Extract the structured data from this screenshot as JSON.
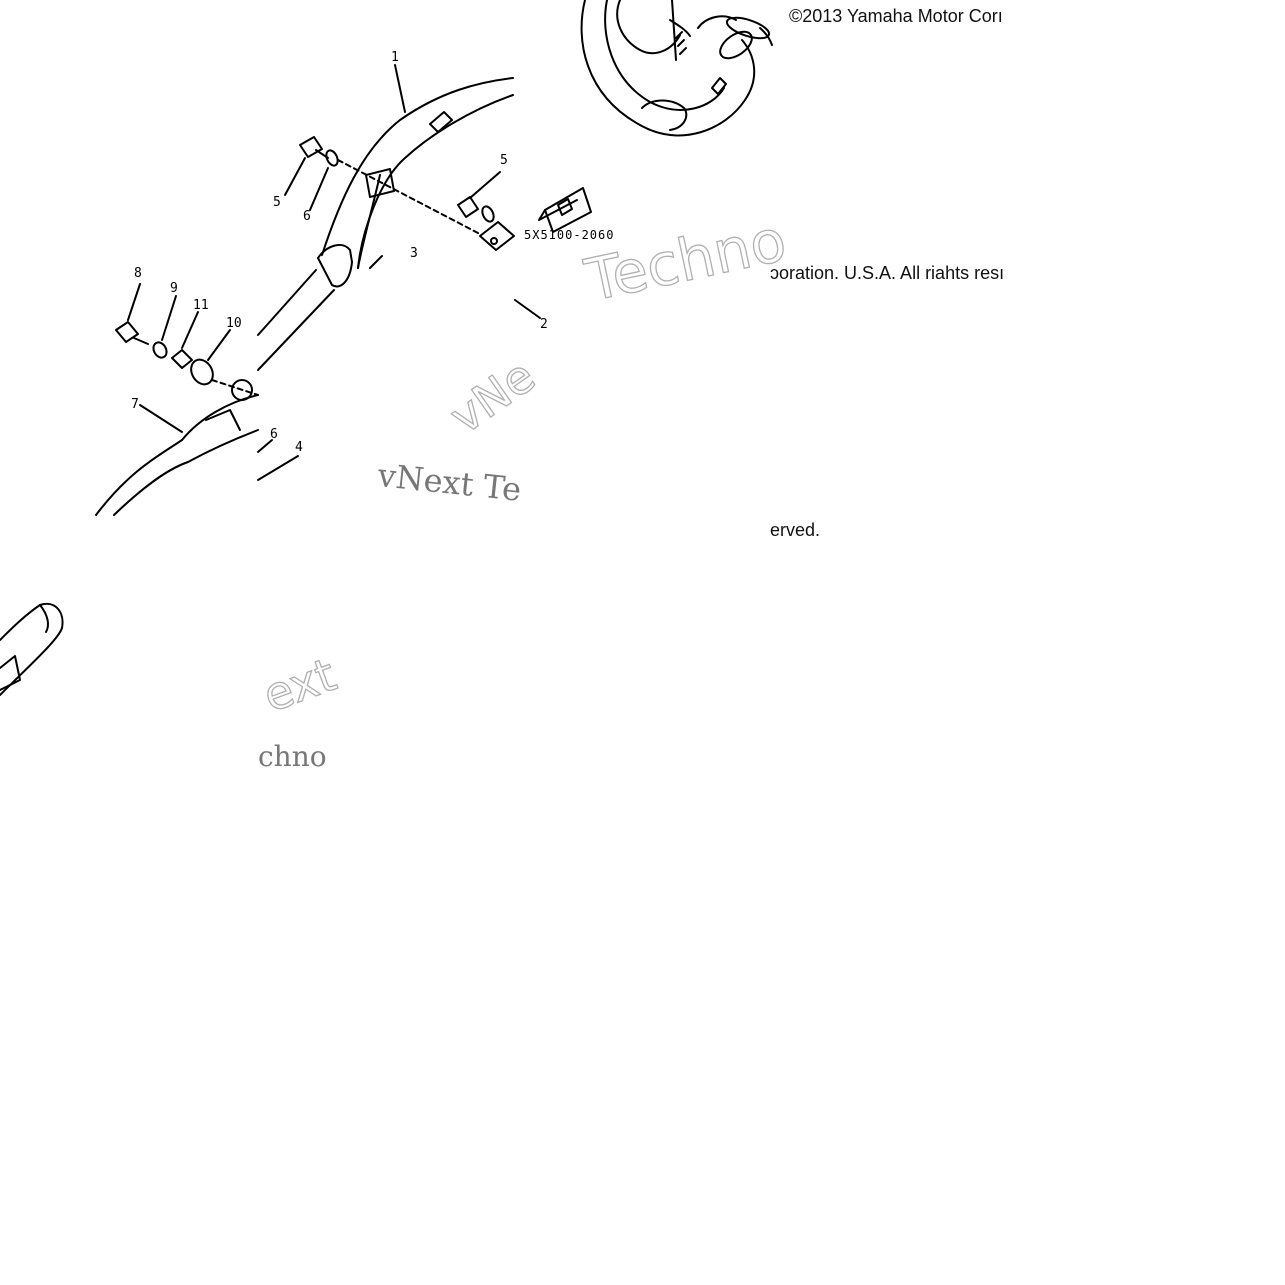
{
  "copyright": {
    "line_top": "©2013 Yamaha Motor Corı",
    "line_mid": "ɔoration. U.S.A. All riahts resı",
    "line_end": "erved."
  },
  "part_code": "5X5100-2060",
  "callouts": {
    "c1": "1",
    "c2": "2",
    "c3": "3",
    "c4": "4",
    "c5a": "5",
    "c5b": "5",
    "c6a": "6",
    "c6b": "6",
    "c7": "7",
    "c8": "8",
    "c9": "9",
    "c10": "10",
    "c11": "11"
  },
  "watermarks": {
    "techno_outline": "Techno",
    "vnext_text": "vNext Te",
    "vne_outline": "vNe",
    "ext_outline": "ext",
    "chno_text": "chno"
  }
}
